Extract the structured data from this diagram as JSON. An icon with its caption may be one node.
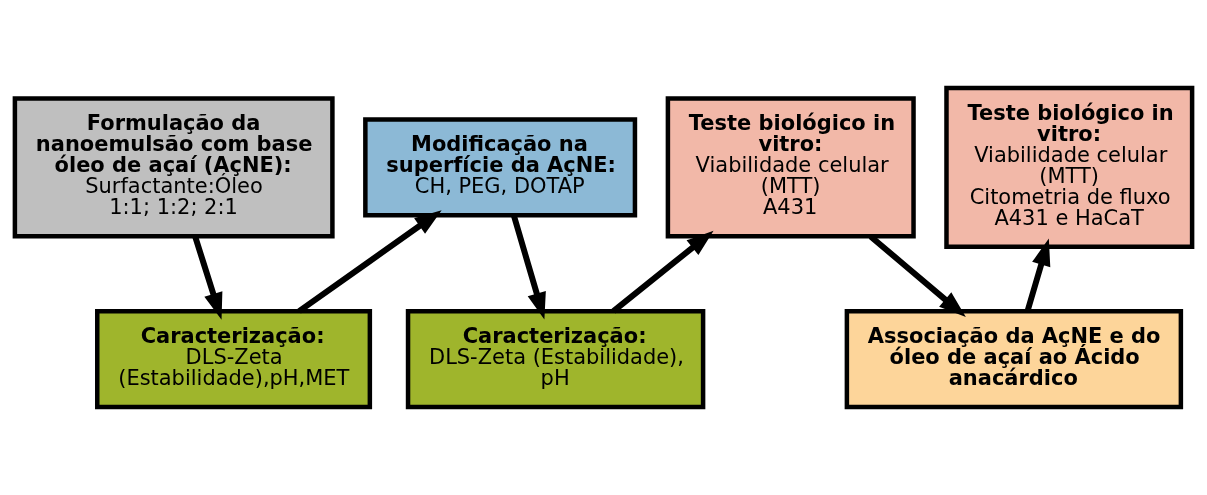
{
  "diagram": {
    "nodes": [
      {
        "text": [
          "Formulação da nanoemulsão com base óleo de açaí (AçNE):",
          "Surfactante:Óleo",
          "1:1; 1:2; 2:1"
        ]
      },
      {
        "text": [
          "Caracterização:",
          "DLS-Zeta (Estabilidade),pH,MET"
        ]
      },
      {
        "text": [
          "Modificação na superfície da AçNE:",
          "CH, PEG, DOTAP"
        ]
      },
      {
        "text": [
          "Caracterização:",
          "DLS-Zeta (Estabilidade), pH"
        ]
      },
      {
        "text": [
          "Teste biológico in vitro:",
          "Viabilidade celular (MTT)",
          "A431"
        ]
      },
      {
        "text": [
          "Teste biológico in vitro:",
          "Viabilidade celular (MTT)",
          "Citometria de fluxo",
          "A431 e HaCaT"
        ]
      },
      {
        "text": [
          "Associação da AçNE e do óleo de açaí ao Ácido anacárdico"
        ]
      }
    ],
    "edges": [
      {
        "from": 0,
        "to": 1,
        "arrow": "to"
      },
      {
        "from": 1,
        "to": 2,
        "arrow": "to"
      },
      {
        "from": 2,
        "to": 3,
        "arrow": "to"
      },
      {
        "from": 3,
        "to": 4,
        "arrow": "to"
      },
      {
        "from": 4,
        "to": 6,
        "arrow": "to"
      },
      {
        "from": 6,
        "to": 5,
        "arrow": "to"
      }
    ]
  }
}
